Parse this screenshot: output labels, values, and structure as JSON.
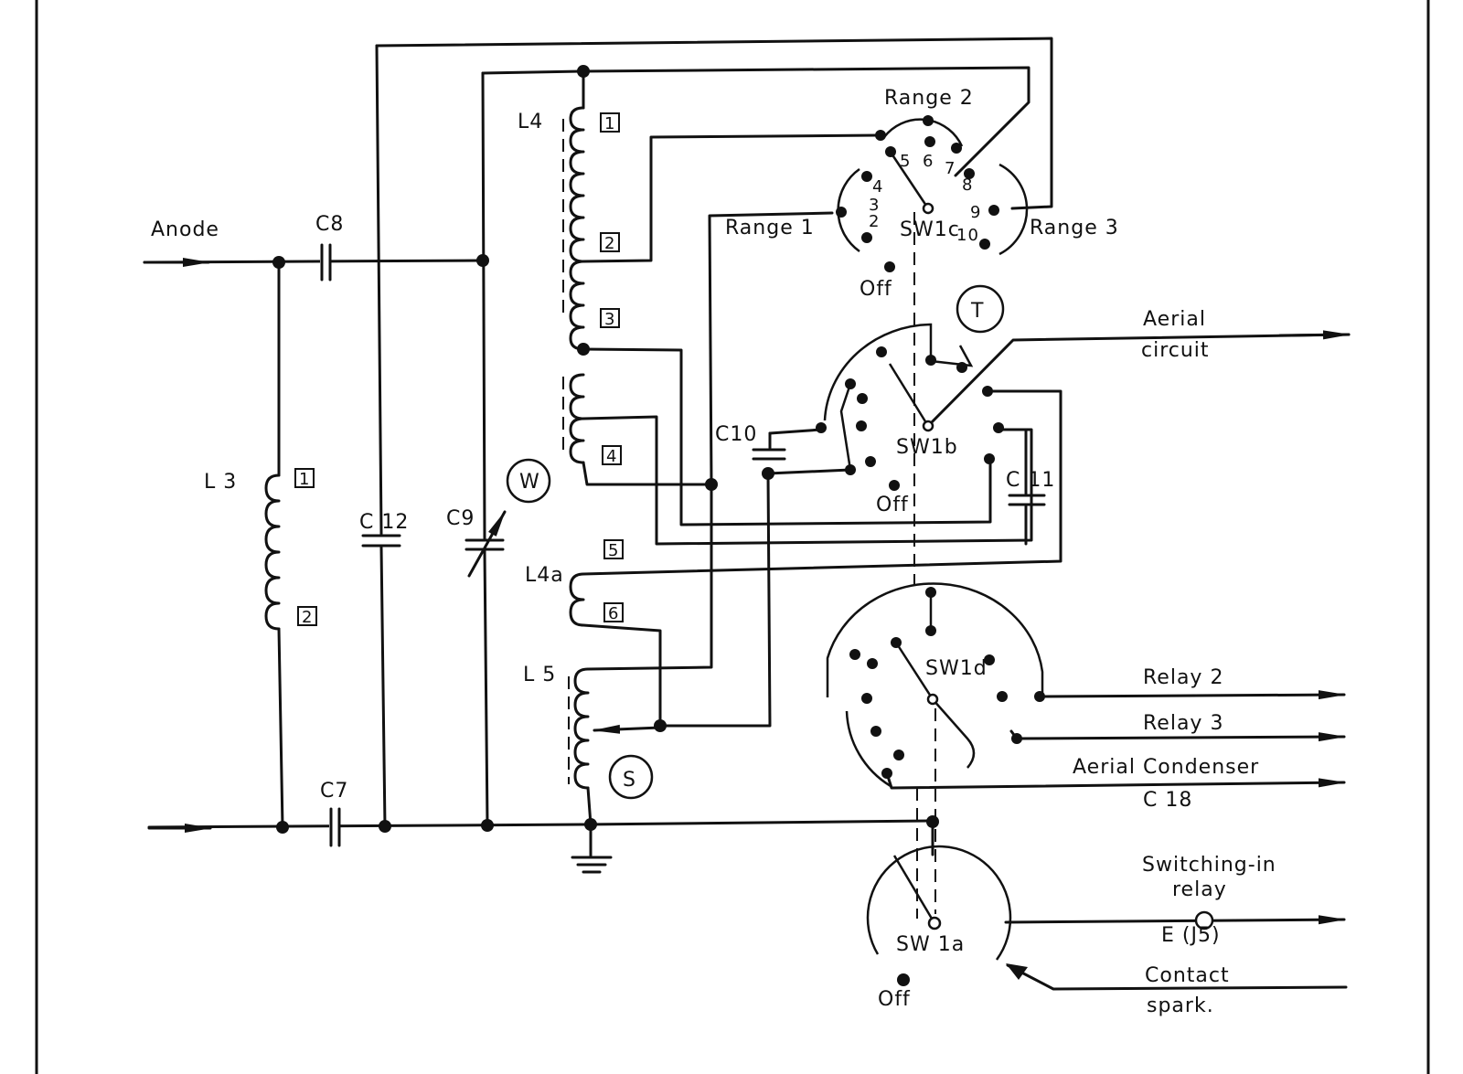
{
  "labels": {
    "anode": "Anode",
    "c8": "C8",
    "c7": "C7",
    "c12": "C  12",
    "c9": "C9",
    "c10": "C10",
    "c11": "C  11",
    "l3": "L 3",
    "l4": "L4",
    "l4a": "L4a",
    "l5": "L 5",
    "w": "W",
    "t": "T",
    "s": "S",
    "range1": "Range 1",
    "range2": "Range 2",
    "range3": "Range 3",
    "sw1c": "SW1c",
    "sw1b": "SW1b",
    "sw1d": "SW1d",
    "sw1a": "SW 1a",
    "off_c": "Off",
    "off_b": "Off",
    "off_a": "Off",
    "aerial1": "Aerial",
    "aerial2": "circuit",
    "relay2": "Relay  2",
    "relay3": "Relay  3",
    "aerial_cond": "Aerial  Condenser",
    "c18": "C 18",
    "sw_relay1": "Switching-in",
    "sw_relay2": "relay",
    "e_j5": "E    (J5)",
    "contact1": "Contact",
    "contact2": "spark."
  },
  "taps": {
    "l3_1": "1",
    "l3_2": "2",
    "l4_1": "1",
    "l4_2": "2",
    "l4_3": "3",
    "l4_4": "4",
    "l4a_5": "5",
    "l4a_6": "6"
  },
  "contacts": {
    "n2": "2",
    "n3": "3",
    "n4": "4",
    "n5": "5",
    "n6": "6",
    "n7": "7",
    "n8": "8",
    "n9": "9",
    "n10": "10"
  }
}
